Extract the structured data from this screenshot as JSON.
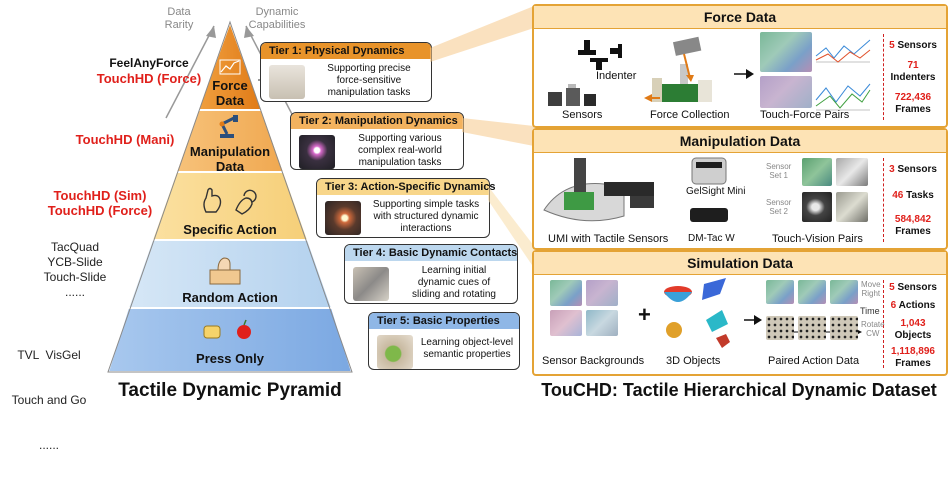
{
  "pyramid": {
    "axis_left": [
      "Data",
      "Rarity"
    ],
    "axis_right": [
      "Dynamic",
      "Capabilities"
    ],
    "levels": [
      {
        "label": [
          "Force",
          "Data"
        ]
      },
      {
        "label": [
          "Manipulation",
          "Data"
        ]
      },
      {
        "label": [
          "Specific Action"
        ]
      },
      {
        "label": [
          "Random Action"
        ]
      },
      {
        "label": [
          "Press Only"
        ]
      }
    ],
    "datasets": {
      "force": [
        "FeelAnyForce",
        "TouchHD (Force)"
      ],
      "mani": [
        "TouchHD (Mani)"
      ],
      "specific": [
        "TouchHD (Sim)",
        "TouchHD (Force)"
      ],
      "random": [
        "TacQuad",
        "YCB-Slide",
        "Touch-Slide",
        "......"
      ],
      "press": [
        "TVL  VisGel",
        "Touch and Go",
        "......"
      ]
    },
    "caption": "Tactile Dynamic Pyramid"
  },
  "tiers": [
    {
      "title": "Tier 1:  Physical Dynamics",
      "desc": [
        "Supporting precise",
        "force-sensitive",
        "manipulation tasks"
      ]
    },
    {
      "title": "Tier 2:  Manipulation Dynamics",
      "desc": [
        "Supporting various",
        "complex real-world",
        "manipulation tasks"
      ]
    },
    {
      "title": "Tier 3:  Action-Specific Dynamics",
      "desc": [
        "Supporting simple tasks",
        "with structured dynamic",
        "interactions"
      ]
    },
    {
      "title": "Tier 4: Basic Dynamic Contacts",
      "desc": [
        "Learning initial",
        "dynamic cues of",
        "sliding and rotating"
      ]
    },
    {
      "title": "Tier 5: Basic Properties",
      "desc": [
        "Learning object-level",
        "semantic properties"
      ]
    }
  ],
  "force_panel": {
    "title": "Force Data",
    "captions": {
      "indenter": "Indenter",
      "sensors": "Sensors",
      "collection": "Force Collection",
      "pairs": "Touch-Force Pairs"
    },
    "stats": [
      {
        "num": "5",
        "label": "Sensors"
      },
      {
        "num": "71",
        "label": "Indenters"
      },
      {
        "num": "722,436",
        "label": "Frames"
      }
    ]
  },
  "mani_panel": {
    "title": "Manipulation Data",
    "captions": {
      "umi": "UMI with Tactile Sensors",
      "gelsight": "GelSight Mini",
      "dmtac": "DM-Tac W",
      "set1": [
        "Sensor",
        "Set 1"
      ],
      "set2": [
        "Sensor",
        "Set 2"
      ],
      "pairs": "Touch-Vision Pairs"
    },
    "stats": [
      {
        "num": "3",
        "label": "Sensors"
      },
      {
        "num": "46",
        "label": "Tasks"
      },
      {
        "num": "584,842",
        "label": "Frames"
      }
    ]
  },
  "sim_panel": {
    "title": "Simulation Data",
    "captions": {
      "backgrounds": "Sensor Backgrounds",
      "objects": "3D Objects",
      "paired": "Paired Action Data",
      "move": [
        "Move",
        "Right"
      ],
      "time": "Time",
      "rotate": [
        "Rotate",
        "CW"
      ]
    },
    "stats": [
      {
        "num": "5",
        "label": "Sensors"
      },
      {
        "num": "6",
        "label": "Actions"
      },
      {
        "num": "1,043",
        "label": "Objects"
      },
      {
        "num": "1,118,896",
        "label": "Frames"
      }
    ]
  },
  "right_caption": "TouCHD: Tactile Hierarchical Dynamic Dataset",
  "colors": {
    "tier1": "#e8932a",
    "tier2": "#f3b25e",
    "tier3": "#f8d68a",
    "tier4": "#bcd7ee",
    "tier5": "#8fb7e6",
    "accent_red": "#e0201b",
    "panel_border": "#e4a335"
  }
}
